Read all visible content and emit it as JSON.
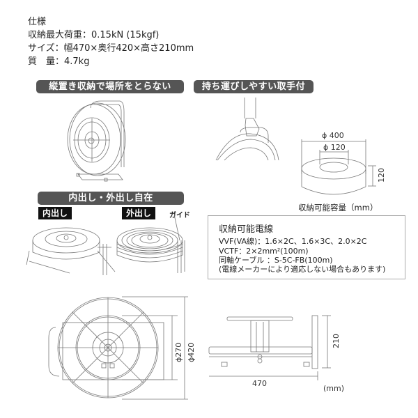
{
  "specs": {
    "title": "仕様",
    "load": "収納最大荷重：0.15kN (15kgf)",
    "size": "サイズ：幅470×奥行420×高さ210mm",
    "weight": "質　量：4.7kg"
  },
  "features": {
    "vertical_storage": "縦置き収納で場所をとらない",
    "handle": "持ち運びしやすい取手付",
    "in_out": "内出し・外出し自在",
    "inner_tag": "内出し",
    "outer_tag": "外出し",
    "guide_label": "ガイド"
  },
  "capacity": {
    "outer_diameter": "ϕ 400",
    "inner_diameter": "ϕ 120",
    "height": "120",
    "caption": "収納可能容量（mm）"
  },
  "cables": {
    "title": "収納可能電線",
    "lines": [
      "VVF(VA線)：1.6×2C、1.6×3C、2.0×2C",
      "VCTF：2×2mm²(100m)",
      "同軸ケーブル ：S-5C-FB(100m)",
      "(電線メーカーにより適応しない場合もあります)"
    ]
  },
  "dimensions": {
    "front_inner": "ϕ270",
    "front_outer": "ϕ420",
    "width": "470",
    "height": "210",
    "unit": "(mm)"
  }
}
